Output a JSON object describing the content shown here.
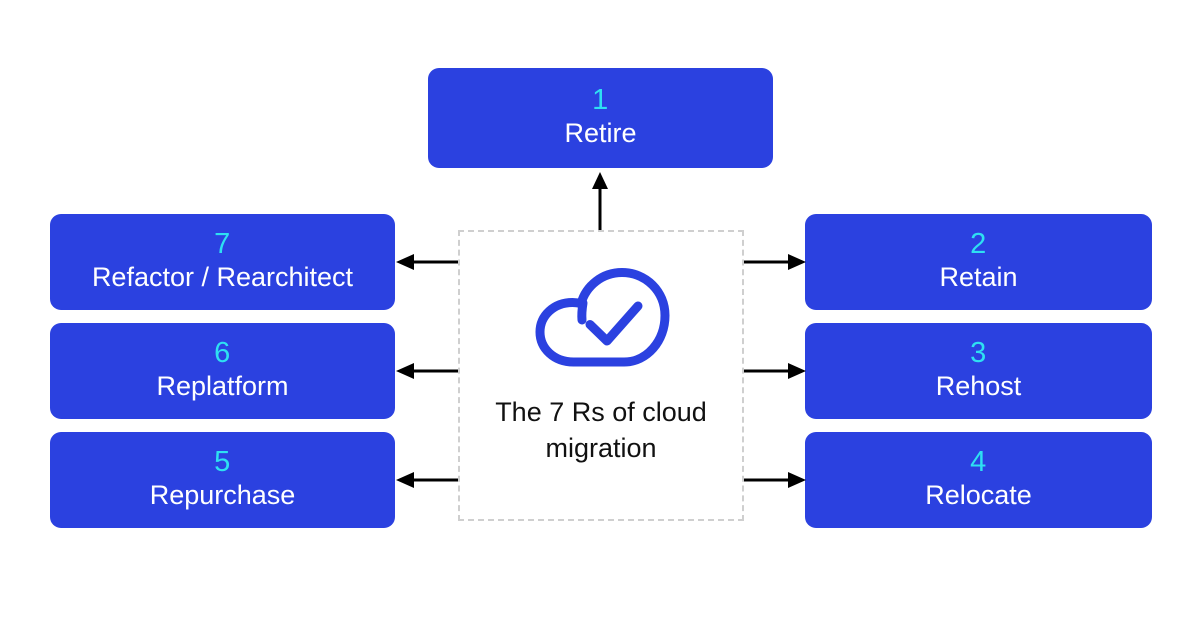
{
  "diagram": {
    "center": {
      "icon": "cloud-check-icon",
      "caption_line1": "The 7 Rs of cloud",
      "caption_line2": "migration",
      "caption": "The 7 Rs of cloud migration",
      "border_style": "dashed",
      "border_color": "#cfcfcf"
    },
    "colors": {
      "box_fill": "#2b41e0",
      "number": "#2ee0f2",
      "label": "#ffffff",
      "arrow": "#000000",
      "background": "#ffffff",
      "icon": "#2b41e0",
      "caption": "#111111"
    },
    "items": [
      {
        "number": "1",
        "label": "Retire",
        "position": "top",
        "arrow": "up"
      },
      {
        "number": "2",
        "label": "Retain",
        "position": "right-top",
        "arrow": "right"
      },
      {
        "number": "3",
        "label": "Rehost",
        "position": "right-middle",
        "arrow": "right"
      },
      {
        "number": "4",
        "label": "Relocate",
        "position": "right-bottom",
        "arrow": "right"
      },
      {
        "number": "5",
        "label": "Repurchase",
        "position": "left-bottom",
        "arrow": "left"
      },
      {
        "number": "6",
        "label": "Replatform",
        "position": "left-middle",
        "arrow": "left"
      },
      {
        "number": "7",
        "label": "Refactor / Rearchitect",
        "position": "left-top",
        "arrow": "left"
      }
    ]
  }
}
